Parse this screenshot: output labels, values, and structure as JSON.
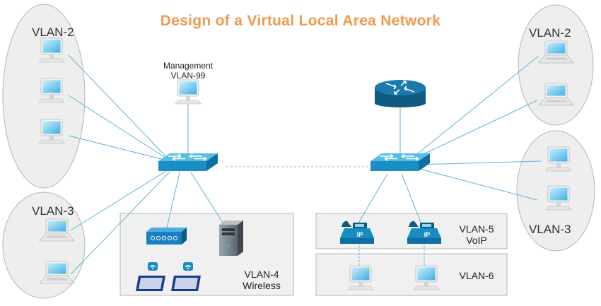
{
  "title": "Design of a Virtual Local Area Network",
  "labels": {
    "vlan2_left": "VLAN-2",
    "vlan3_left": "VLAN-3",
    "vlan2_right": "VLAN-2",
    "vlan3_right": "VLAN-3",
    "management_line1": "Management",
    "management_line2": "VLAN-99",
    "vlan4_line1": "VLAN-4",
    "vlan4_line2": "Wireless",
    "vlan5_line1": "VLAN-5",
    "vlan5_line2": "VoIP",
    "vlan6": "VLAN-6",
    "ip_label": "IP"
  },
  "colors": {
    "title": "#ef9a4e",
    "switch": "#1f8fc6",
    "router": "#0d5b80",
    "cable": "#5fb3d6",
    "group_fill": "#eeeeee",
    "group_stroke": "#b5b5b5"
  },
  "icons": [
    "desktop-icon",
    "laptop-icon",
    "switch-icon",
    "router-icon",
    "ip-phone-icon",
    "wireless-access-point-icon",
    "server-tower-icon",
    "tablet-icon"
  ]
}
